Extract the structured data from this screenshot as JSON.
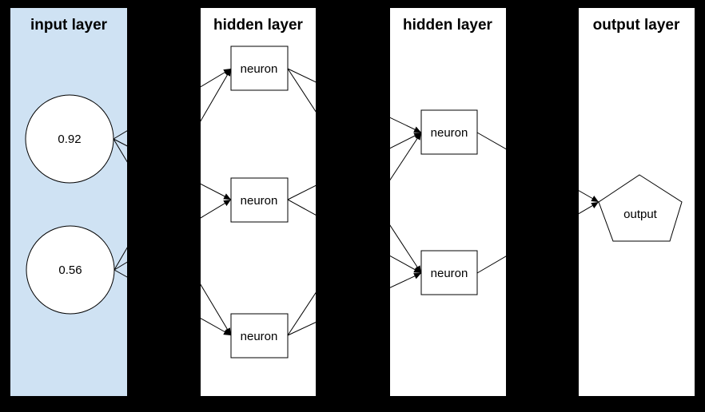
{
  "diagram": {
    "type": "neural-network",
    "background_color": "#000000",
    "line_color": "#000000",
    "layers": [
      {
        "title": "input layer",
        "fill": "#cfe2f3"
      },
      {
        "title": "hidden layer",
        "fill": "#ffffff"
      },
      {
        "title": "hidden layer",
        "fill": "#ffffff"
      },
      {
        "title": "output layer",
        "fill": "#ffffff"
      }
    ],
    "nodes": {
      "input1": {
        "label": "0.92",
        "shape": "circle"
      },
      "input2": {
        "label": "0.56",
        "shape": "circle"
      },
      "h1n1": {
        "label": "neuron",
        "shape": "rectangle"
      },
      "h1n2": {
        "label": "neuron",
        "shape": "rectangle"
      },
      "h1n3": {
        "label": "neuron",
        "shape": "rectangle"
      },
      "h2n1": {
        "label": "neuron",
        "shape": "rectangle"
      },
      "h2n2": {
        "label": "neuron",
        "shape": "rectangle"
      },
      "output": {
        "label": "output",
        "shape": "pentagon"
      }
    },
    "connections": [
      {
        "from": "input1",
        "to": "h1n1"
      },
      {
        "from": "input1",
        "to": "h1n2"
      },
      {
        "from": "input1",
        "to": "h1n3"
      },
      {
        "from": "input2",
        "to": "h1n1"
      },
      {
        "from": "input2",
        "to": "h1n2"
      },
      {
        "from": "input2",
        "to": "h1n3"
      },
      {
        "from": "h1n1",
        "to": "h2n1"
      },
      {
        "from": "h1n1",
        "to": "h2n2"
      },
      {
        "from": "h1n2",
        "to": "h2n1"
      },
      {
        "from": "h1n2",
        "to": "h2n2"
      },
      {
        "from": "h1n3",
        "to": "h2n1"
      },
      {
        "from": "h1n3",
        "to": "h2n2"
      },
      {
        "from": "h2n1",
        "to": "output"
      },
      {
        "from": "h2n2",
        "to": "output"
      }
    ]
  }
}
